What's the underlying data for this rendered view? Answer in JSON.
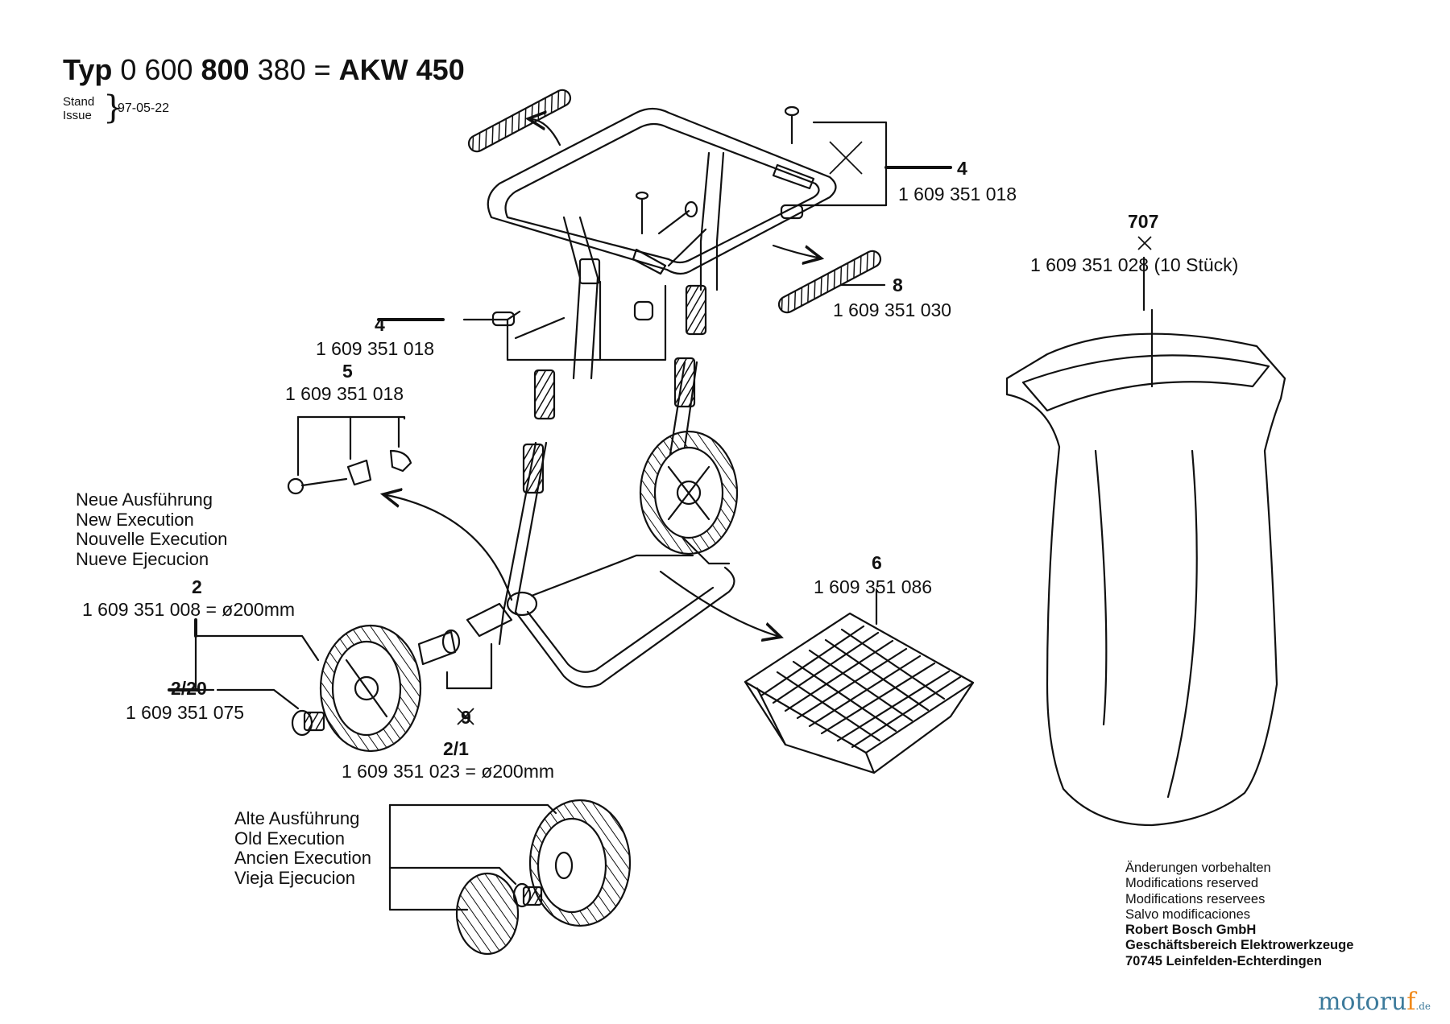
{
  "header": {
    "typ_label": "Typ",
    "code_prefix": "0 600",
    "code_bold": "800",
    "code_suffix": "380 =",
    "model": "AKW 450",
    "stand_label": "Stand",
    "issue_label": "Issue",
    "date": "97-05-22"
  },
  "parts": {
    "p4a": {
      "number": "4",
      "part_no": "1 609 351 018"
    },
    "p707": {
      "number": "707",
      "part_no": "1 609 351 028 (10 Stück)"
    },
    "p8": {
      "number": "8",
      "part_no": "1 609 351 030"
    },
    "p4b": {
      "number": "4",
      "part_no": "1 609 351 018"
    },
    "p5": {
      "number": "5",
      "part_no": "1 609 351 018"
    },
    "p2": {
      "number": "2",
      "part_no": "1 609 351 008 = ø200mm"
    },
    "p2_20": {
      "number": "2/20",
      "part_no": "1 609 351 075"
    },
    "p6": {
      "number": "6",
      "part_no": "1 609 351 086"
    },
    "p9": {
      "number": "9"
    },
    "p2_1": {
      "number": "2/1",
      "part_no": "1 609 351 023 = ø200mm"
    }
  },
  "notes": {
    "new": [
      "Neue Ausführung",
      "New Execution",
      "Nouvelle Execution",
      "Nueve Ejecucion"
    ],
    "old": [
      "Alte Ausführung",
      "Old Execution",
      "Ancien Execution",
      "Vieja Ejecucion"
    ]
  },
  "footer": {
    "lines": [
      "Änderungen vorbehalten",
      "Modifications reserved",
      "Modifications reservees",
      "Salvo modificaciones"
    ],
    "company": [
      "Robert Bosch GmbH",
      "Geschäftsbereich Elektrowerkzeuge",
      "70745 Leinfelden-Echterdingen"
    ]
  },
  "watermark": {
    "brand_a": "motoru",
    "brand_f": "f",
    "tld": ".de"
  },
  "icons": [
    "handle-grip-icon",
    "frame-icon",
    "bolt-icon",
    "clip-icon",
    "wheel-icon",
    "hubcap-icon",
    "basket-icon",
    "bag-icon",
    "arrow-icon"
  ]
}
